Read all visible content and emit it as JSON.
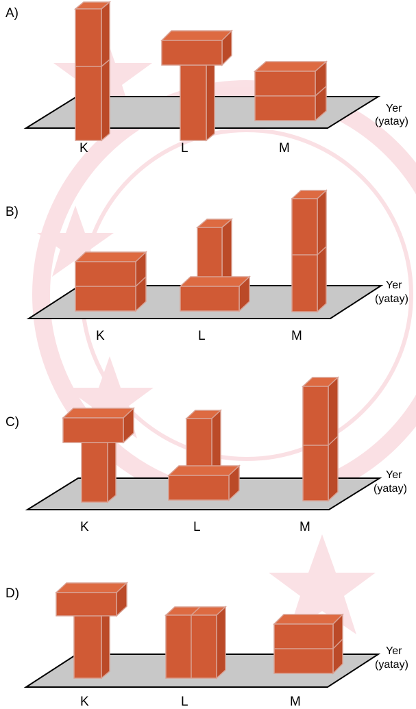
{
  "colors": {
    "brick_front": "#d05a35",
    "brick_top": "#dd6a41",
    "brick_side": "#bb4a28",
    "brick_edge": "#d9a193",
    "ground_fill": "#c8c8c8",
    "ground_stroke": "#000000",
    "watermark": "#f6c8cf"
  },
  "options": [
    {
      "label": "A)",
      "ground_label_line1": "Yer",
      "ground_label_line2": "(yatay)",
      "objects": [
        {
          "label": "K",
          "shape": "vertical-tower"
        },
        {
          "label": "L",
          "shape": "t-shape"
        },
        {
          "label": "M",
          "shape": "horizontal-stack"
        }
      ]
    },
    {
      "label": "B)",
      "ground_label_line1": "Yer",
      "ground_label_line2": "(yatay)",
      "objects": [
        {
          "label": "K",
          "shape": "horizontal-stack"
        },
        {
          "label": "L",
          "shape": "inverted-t"
        },
        {
          "label": "M",
          "shape": "vertical-tower"
        }
      ]
    },
    {
      "label": "C)",
      "ground_label_line1": "Yer",
      "ground_label_line2": "(yatay)",
      "objects": [
        {
          "label": "K",
          "shape": "t-shape"
        },
        {
          "label": "L",
          "shape": "inverted-t"
        },
        {
          "label": "M",
          "shape": "vertical-tower"
        }
      ]
    },
    {
      "label": "D)",
      "ground_label_line1": "Yer",
      "ground_label_line2": "(yatay)",
      "objects": [
        {
          "label": "K",
          "shape": "t-shape"
        },
        {
          "label": "L",
          "shape": "side-by-side"
        },
        {
          "label": "M",
          "shape": "horizontal-stack"
        }
      ]
    }
  ]
}
